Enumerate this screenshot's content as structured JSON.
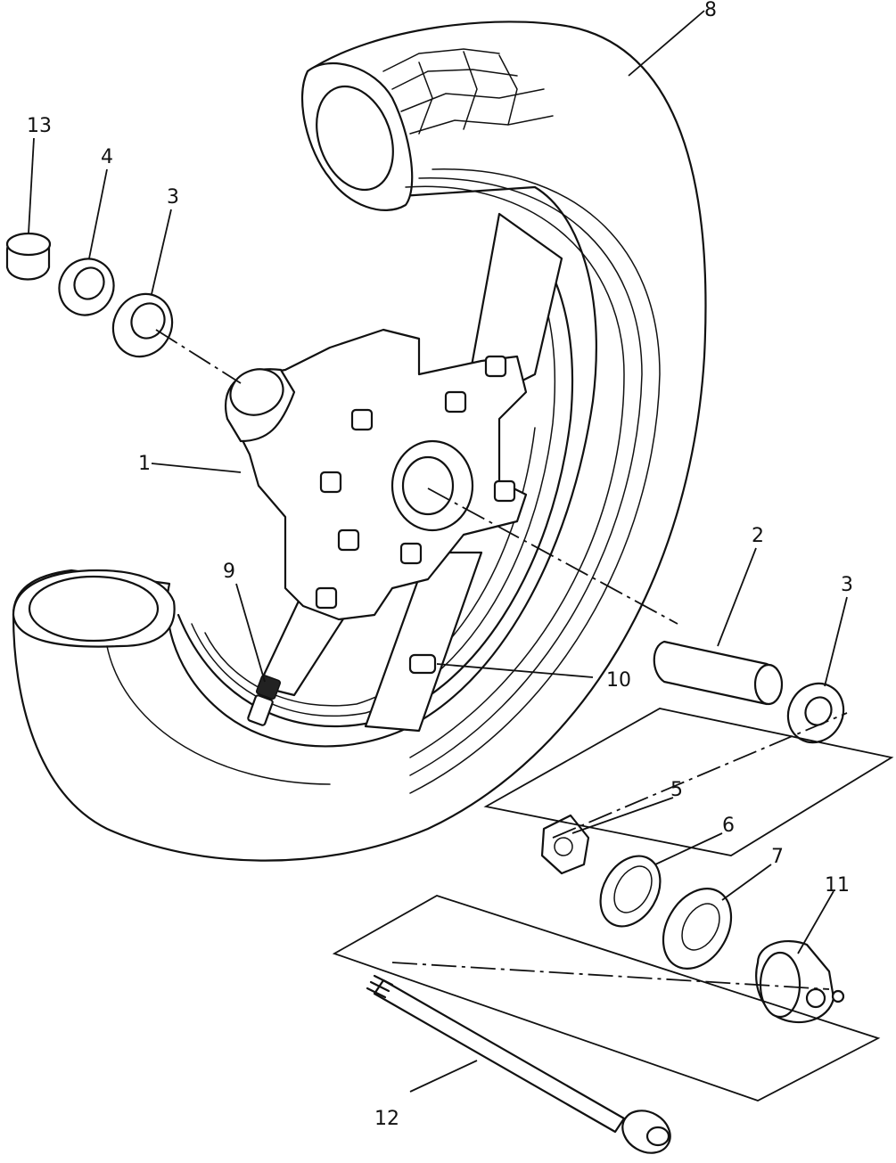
{
  "diagram": {
    "callouts": [
      {
        "id": "1",
        "label": "1"
      },
      {
        "id": "2",
        "label": "2"
      },
      {
        "id": "3a",
        "label": "3"
      },
      {
        "id": "3b",
        "label": "3"
      },
      {
        "id": "4",
        "label": "4"
      },
      {
        "id": "5",
        "label": "5"
      },
      {
        "id": "6",
        "label": "6"
      },
      {
        "id": "7",
        "label": "7"
      },
      {
        "id": "8",
        "label": "8"
      },
      {
        "id": "9",
        "label": "9"
      },
      {
        "id": "10",
        "label": "10"
      },
      {
        "id": "11",
        "label": "11"
      },
      {
        "id": "12",
        "label": "12"
      },
      {
        "id": "13",
        "label": "13"
      }
    ]
  }
}
